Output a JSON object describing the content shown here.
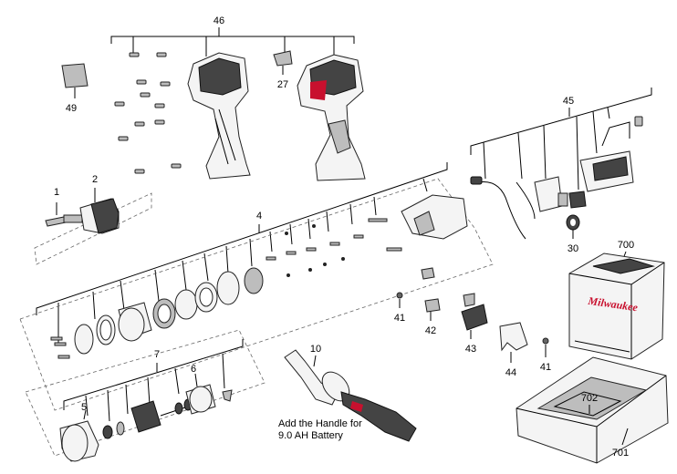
{
  "labels": {
    "l1": "1",
    "l2": "2",
    "l4": "4",
    "l5": "5",
    "l6": "6",
    "l7": "7",
    "l10": "10",
    "l27": "27",
    "l30": "30",
    "l41a": "41",
    "l41b": "41",
    "l42": "42",
    "l43": "43",
    "l44": "44",
    "l45": "45",
    "l46": "46",
    "l49": "49",
    "l700": "700",
    "l701": "701",
    "l702": "702"
  },
  "note": {
    "line1": "Add the Handle for",
    "line2": "9.0 AH Battery"
  },
  "brand": {
    "case": "Milwaukee"
  },
  "colors": {
    "brand_red": "#c8102e",
    "housing_dark": "#444444",
    "housing_light": "#f4f4f4"
  }
}
